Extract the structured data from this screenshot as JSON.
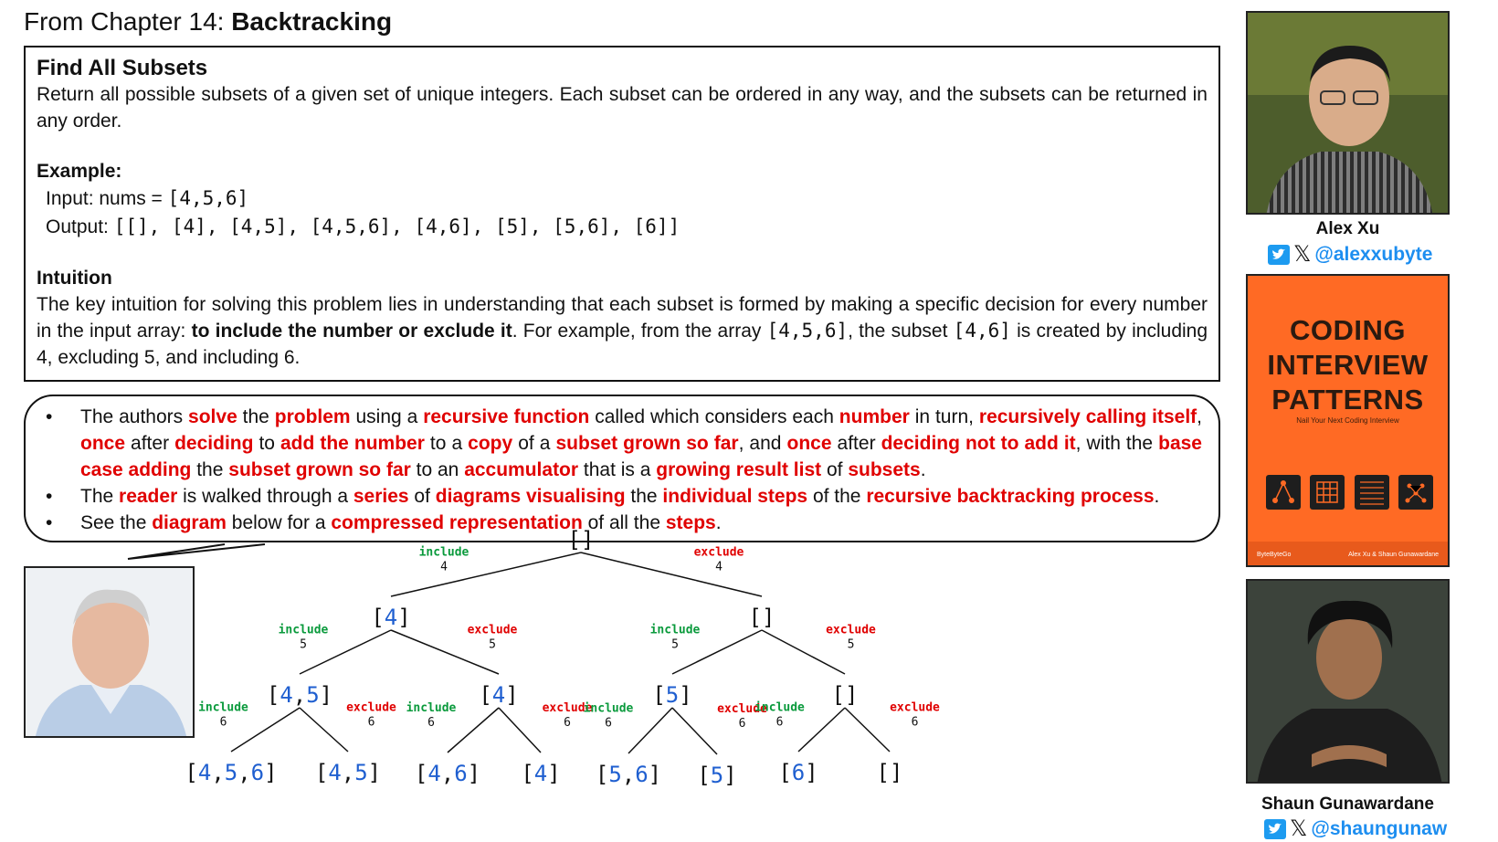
{
  "header": {
    "prefix": "From Chapter 14: ",
    "chapter": "Backtracking"
  },
  "problem": {
    "title": "Find All Subsets",
    "description": "Return all possible subsets of a given set of unique integers. Each subset can be ordered in any way, and the subsets can be returned in any order.",
    "example_heading": "Example:",
    "input_label": "Input: nums = ",
    "input_value": "[4,5,6]",
    "output_label": "Output: ",
    "output_value": "[[], [4], [4,5], [4,5,6], [4,6], [5], [5,6], [6]]",
    "intuition_heading": "Intuition",
    "intuition_1": "The key intuition for solving this problem lies in understanding that each subset is formed by making a specific decision for every number in the input array: ",
    "intuition_bold": "to include the number or exclude it",
    "intuition_2": ". For example, from the array ",
    "intuition_arr": "[4,5,6]",
    "intuition_3": ", the subset ",
    "intuition_sub": "[4,6]",
    "intuition_4": " is created by including 4, excluding 5, and including 6."
  },
  "bullets": [
    [
      {
        "t": "The authors "
      },
      {
        "t": "solve",
        "r": 1
      },
      {
        "t": " the "
      },
      {
        "t": "problem",
        "r": 1
      },
      {
        "t": " using a "
      },
      {
        "t": "recursive function",
        "r": 1
      },
      {
        "t": " called which considers each "
      },
      {
        "t": "number",
        "r": 1
      },
      {
        "t": " in turn, "
      },
      {
        "t": "recursively calling itself",
        "r": 1
      },
      {
        "t": ", "
      },
      {
        "t": "once",
        "r": 1
      },
      {
        "t": " after "
      },
      {
        "t": "deciding",
        "r": 1
      },
      {
        "t": " to "
      },
      {
        "t": "add the number",
        "r": 1
      },
      {
        "t": " to a "
      },
      {
        "t": "copy",
        "r": 1
      },
      {
        "t": " of a "
      },
      {
        "t": "subset grown so far",
        "r": 1
      },
      {
        "t": ", and "
      },
      {
        "t": "once",
        "r": 1
      },
      {
        "t": " after "
      },
      {
        "t": "deciding not to add it",
        "r": 1
      },
      {
        "t": ", with the "
      },
      {
        "t": "base case adding",
        "r": 1
      },
      {
        "t": " the "
      },
      {
        "t": "subset grown so far",
        "r": 1
      },
      {
        "t": " to an "
      },
      {
        "t": "accumulator",
        "r": 1
      },
      {
        "t": " that is a "
      },
      {
        "t": "growing result list",
        "r": 1
      },
      {
        "t": " of "
      },
      {
        "t": "subsets",
        "r": 1
      },
      {
        "t": "."
      }
    ],
    [
      {
        "t": "The "
      },
      {
        "t": "reader",
        "r": 1
      },
      {
        "t": " is walked through a "
      },
      {
        "t": "series",
        "r": 1
      },
      {
        "t": " of "
      },
      {
        "t": "diagrams visualising",
        "r": 1
      },
      {
        "t": " the "
      },
      {
        "t": "individual steps",
        "r": 1
      },
      {
        "t": " of the "
      },
      {
        "t": "recursive backtracking process",
        "r": 1
      },
      {
        "t": "."
      }
    ],
    [
      {
        "t": "See the "
      },
      {
        "t": "diagram",
        "r": 1
      },
      {
        "t": " below for a "
      },
      {
        "t": "compressed representation",
        "r": 1
      },
      {
        "t": " of all the "
      },
      {
        "t": "steps",
        "r": 1
      },
      {
        "t": "."
      }
    ]
  ],
  "bullet_marker": "•",
  "authors": {
    "alex": {
      "name": "Alex Xu",
      "handle": "@alexxubyte"
    },
    "shaun": {
      "name": "Shaun Gunawardane",
      "handle": "@shaungunaw"
    }
  },
  "book": {
    "title_lines": [
      "CODING",
      "INTERVIEW",
      "PATTERNS"
    ],
    "subtitle": "Nail Your Next Coding Interview",
    "publisher": "ByteByteGo",
    "authors": "Alex Xu & Shaun Gunawardane"
  },
  "tree": {
    "include_word": "include",
    "exclude_word": "exclude",
    "nodes": [
      {
        "id": "root",
        "parts": []
      },
      {
        "id": "n4",
        "parts": [
          "4"
        ]
      },
      {
        "id": "e",
        "parts": []
      },
      {
        "id": "n45",
        "parts": [
          "4",
          "5"
        ]
      },
      {
        "id": "n4b",
        "parts": [
          "4"
        ]
      },
      {
        "id": "n5",
        "parts": [
          "5"
        ]
      },
      {
        "id": "e2",
        "parts": []
      },
      {
        "id": "n456",
        "parts": [
          "4",
          "5",
          "6"
        ]
      },
      {
        "id": "n45b",
        "parts": [
          "4",
          "5"
        ]
      },
      {
        "id": "n46",
        "parts": [
          "4",
          "6"
        ]
      },
      {
        "id": "n4c",
        "parts": [
          "4"
        ]
      },
      {
        "id": "n56",
        "parts": [
          "5",
          "6"
        ]
      },
      {
        "id": "n5b",
        "parts": [
          "5"
        ]
      },
      {
        "id": "n6",
        "parts": [
          "6"
        ]
      },
      {
        "id": "e3",
        "parts": []
      }
    ],
    "edges": [
      {
        "from": "root",
        "to": "n4",
        "kind": "include",
        "num": "4"
      },
      {
        "from": "root",
        "to": "e",
        "kind": "exclude",
        "num": "4"
      },
      {
        "from": "n4",
        "to": "n45",
        "kind": "include",
        "num": "5"
      },
      {
        "from": "n4",
        "to": "n4b",
        "kind": "exclude",
        "num": "5"
      },
      {
        "from": "e",
        "to": "n5",
        "kind": "include",
        "num": "5"
      },
      {
        "from": "e",
        "to": "e2",
        "kind": "exclude",
        "num": "5"
      },
      {
        "from": "n45",
        "to": "n456",
        "kind": "include",
        "num": "6"
      },
      {
        "from": "n45",
        "to": "n45b",
        "kind": "exclude",
        "num": "6"
      },
      {
        "from": "n4b",
        "to": "n46",
        "kind": "include",
        "num": "6"
      },
      {
        "from": "n4b",
        "to": "n4c",
        "kind": "exclude",
        "num": "6"
      },
      {
        "from": "n5",
        "to": "n56",
        "kind": "include",
        "num": "6"
      },
      {
        "from": "n5",
        "to": "n5b",
        "kind": "exclude",
        "num": "6"
      },
      {
        "from": "e2",
        "to": "n6",
        "kind": "include",
        "num": "6"
      },
      {
        "from": "e2",
        "to": "e3",
        "kind": "exclude",
        "num": "6"
      }
    ]
  },
  "colors": {
    "red": "#e00000",
    "include_green": "#0a9a3c",
    "number_blue": "#1f5fd0",
    "twitter_blue": "#1d8ef0",
    "book_orange": "#ff6a24"
  }
}
